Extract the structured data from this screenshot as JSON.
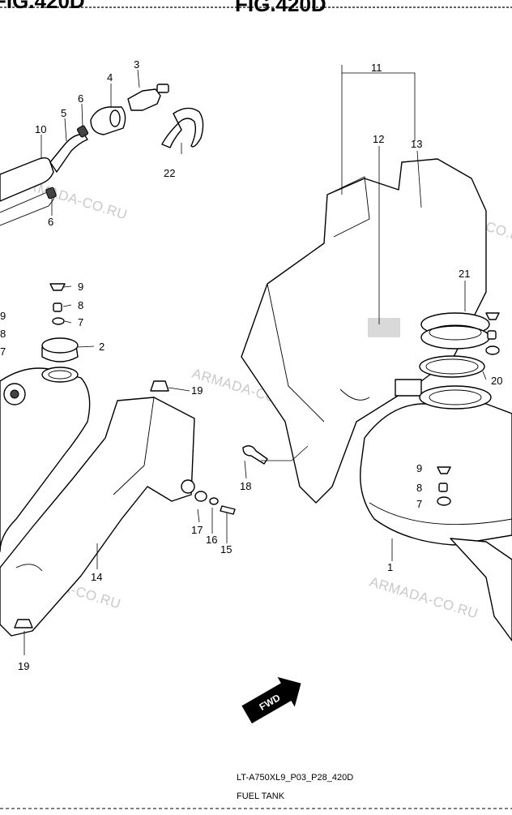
{
  "header": {
    "left_fragment": "FIG.420D",
    "center_fragment": "FIG.420D"
  },
  "callouts": {
    "c1": "1",
    "c2": "2",
    "c3": "3",
    "c4": "4",
    "c5": "5",
    "c6a": "6",
    "c6b": "6",
    "c7a": "7",
    "c7b": "7",
    "c7c": "7",
    "c8a": "8",
    "c8b": "8",
    "c8c": "8",
    "c9a": "9",
    "c9b": "9",
    "c9c": "9",
    "c10": "10",
    "c11": "11",
    "c12": "12",
    "c13": "13",
    "c14": "14",
    "c15": "15",
    "c16": "16",
    "c17": "17",
    "c18": "18",
    "c19a": "19",
    "c19b": "19",
    "c20": "20",
    "c21": "21",
    "c22": "22"
  },
  "watermark": "ARMADA-CO.RU",
  "badge": {
    "label": "FWD"
  },
  "footer": {
    "code": "LT-A750XL9_P03_P28_420D",
    "title": "FUEL TANK"
  }
}
